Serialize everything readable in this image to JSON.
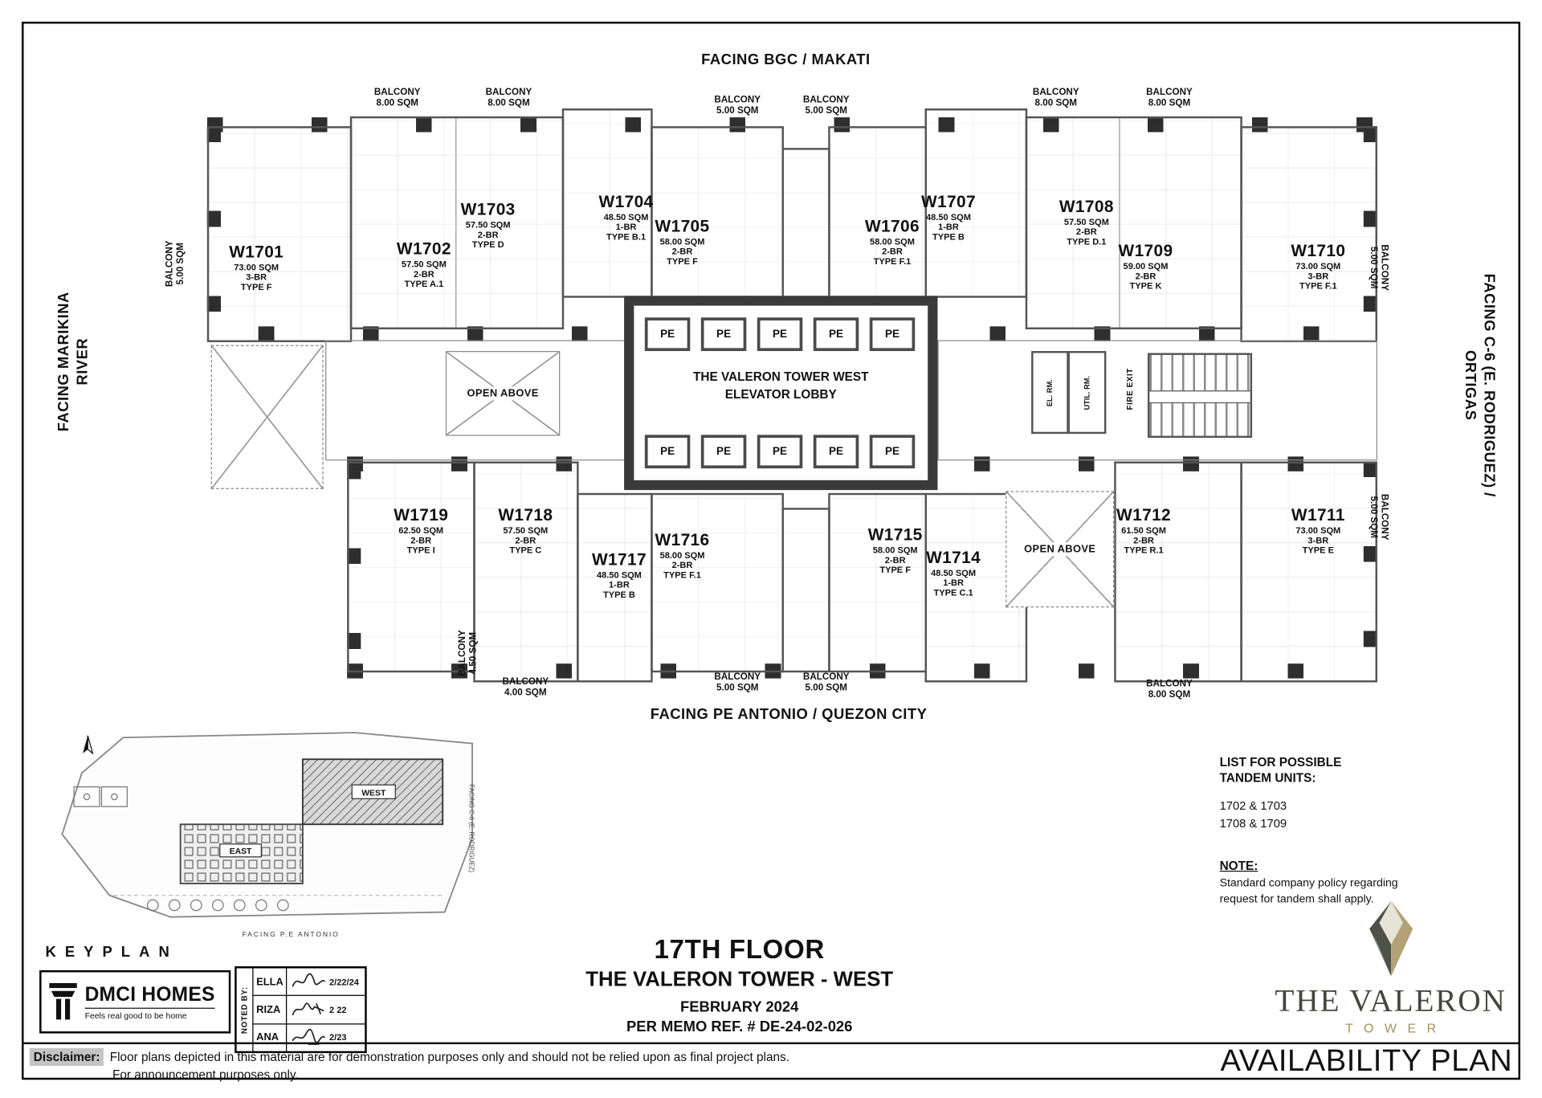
{
  "facing": {
    "top": "FACING BGC / MAKATI",
    "left1": "FACING MARIKINA",
    "left2": "RIVER",
    "right1": "FACING C-6 (E. RODRIGUEZ) /",
    "right2": "ORTIGAS",
    "bottom": "FACING PE ANTONIO / QUEZON CITY"
  },
  "units": [
    {
      "id": "W1701",
      "area": "73.00 SQM",
      "br": "3-BR",
      "type": "TYPE F"
    },
    {
      "id": "W1702",
      "area": "57.50 SQM",
      "br": "2-BR",
      "type": "TYPE A.1"
    },
    {
      "id": "W1703",
      "area": "57.50 SQM",
      "br": "2-BR",
      "type": "TYPE D"
    },
    {
      "id": "W1704",
      "area": "48.50 SQM",
      "br": "1-BR",
      "type": "TYPE B.1"
    },
    {
      "id": "W1705",
      "area": "58.00 SQM",
      "br": "2-BR",
      "type": "TYPE F"
    },
    {
      "id": "W1706",
      "area": "58.00 SQM",
      "br": "2-BR",
      "type": "TYPE F.1"
    },
    {
      "id": "W1707",
      "area": "48.50 SQM",
      "br": "1-BR",
      "type": "TYPE B"
    },
    {
      "id": "W1708",
      "area": "57.50 SQM",
      "br": "2-BR",
      "type": "TYPE D.1"
    },
    {
      "id": "W1709",
      "area": "59.00 SQM",
      "br": "2-BR",
      "type": "TYPE K"
    },
    {
      "id": "W1710",
      "area": "73.00 SQM",
      "br": "3-BR",
      "type": "TYPE F.1"
    },
    {
      "id": "W1719",
      "area": "62.50 SQM",
      "br": "2-BR",
      "type": "TYPE I"
    },
    {
      "id": "W1718",
      "area": "57.50 SQM",
      "br": "2-BR",
      "type": "TYPE C"
    },
    {
      "id": "W1717",
      "area": "48.50 SQM",
      "br": "1-BR",
      "type": "TYPE B"
    },
    {
      "id": "W1716",
      "area": "58.00 SQM",
      "br": "2-BR",
      "type": "TYPE F.1"
    },
    {
      "id": "W1715",
      "area": "58.00 SQM",
      "br": "2-BR",
      "type": "TYPE F"
    },
    {
      "id": "W1714",
      "area": "48.50 SQM",
      "br": "1-BR",
      "type": "TYPE C.1"
    },
    {
      "id": "W1712",
      "area": "61.50 SQM",
      "br": "2-BR",
      "type": "TYPE R.1"
    },
    {
      "id": "W1711",
      "area": "73.00 SQM",
      "br": "3-BR",
      "type": "TYPE E"
    }
  ],
  "balconies": [
    {
      "name": "BALCONY",
      "area": "8.00 SQM"
    },
    {
      "name": "BALCONY",
      "area": "8.00 SQM"
    },
    {
      "name": "BALCONY",
      "area": "5.00 SQM"
    },
    {
      "name": "BALCONY",
      "area": "5.00 SQM"
    },
    {
      "name": "BALCONY",
      "area": "8.00 SQM"
    },
    {
      "name": "BALCONY",
      "area": "8.00 SQM"
    },
    {
      "name": "BALCONY",
      "area": "5.00 SQM"
    },
    {
      "name": "BALCONY",
      "area": "5.00 SQM"
    },
    {
      "name": "BALCONY",
      "area": "5.00 SQM"
    },
    {
      "name": "BALCONY",
      "area": "4.50 SQM"
    },
    {
      "name": "BALCONY",
      "area": "4.00 SQM"
    },
    {
      "name": "BALCONY",
      "area": "5.00 SQM"
    },
    {
      "name": "BALCONY",
      "area": "5.00 SQM"
    },
    {
      "name": "BALCONY",
      "area": "8.00 SQM"
    }
  ],
  "lobby": {
    "line1": "THE VALERON TOWER WEST",
    "line2": "ELEVATOR LOBBY",
    "pe": "PE"
  },
  "rooms": {
    "open_above": "OPEN ABOVE",
    "el_rm": "EL. RM.",
    "util_rm": "UTIL. RM.",
    "fire_exit": "FIRE EXIT"
  },
  "keyplan": {
    "label": "KEYPLAN",
    "west": "WEST",
    "east": "EAST",
    "facing_bottom": "FACING P.E ANTONIO",
    "facing_right": "FACING C-6 (E. RODRIGUEZ)"
  },
  "dmci": {
    "name": "DMCI HOMES",
    "tagline": "Feels real good to be home"
  },
  "noted_by": {
    "label": "NOTED BY:",
    "rows": [
      {
        "name": "ELLA",
        "date": "2/22/24"
      },
      {
        "name": "RIZA",
        "date": "2 22"
      },
      {
        "name": "ANA",
        "date": "2/23"
      }
    ]
  },
  "title_block": {
    "floor": "17TH FLOOR",
    "tower": "THE VALERON TOWER - WEST",
    "date": "FEBRUARY 2024",
    "memo": "PER MEMO REF. # DE-24-02-026"
  },
  "tandem": {
    "title1": "LIST FOR POSSIBLE",
    "title2": "TANDEM UNITS:",
    "pairs": [
      "1702 & 1703",
      "1708 & 1709"
    ],
    "note_title": "NOTE:",
    "note1": "Standard company policy regarding",
    "note2": "request for tandem shall apply."
  },
  "brand": {
    "name": "THE VALERON",
    "sub": "TOWER"
  },
  "availability": "AVAILABILITY PLAN",
  "disclaimer": {
    "label": "Disclaimer:",
    "line1": "Floor plans depicted in this material are for demonstration purposes only and should not be relied upon as final project plans.",
    "line2": "For announcement purposes only."
  }
}
